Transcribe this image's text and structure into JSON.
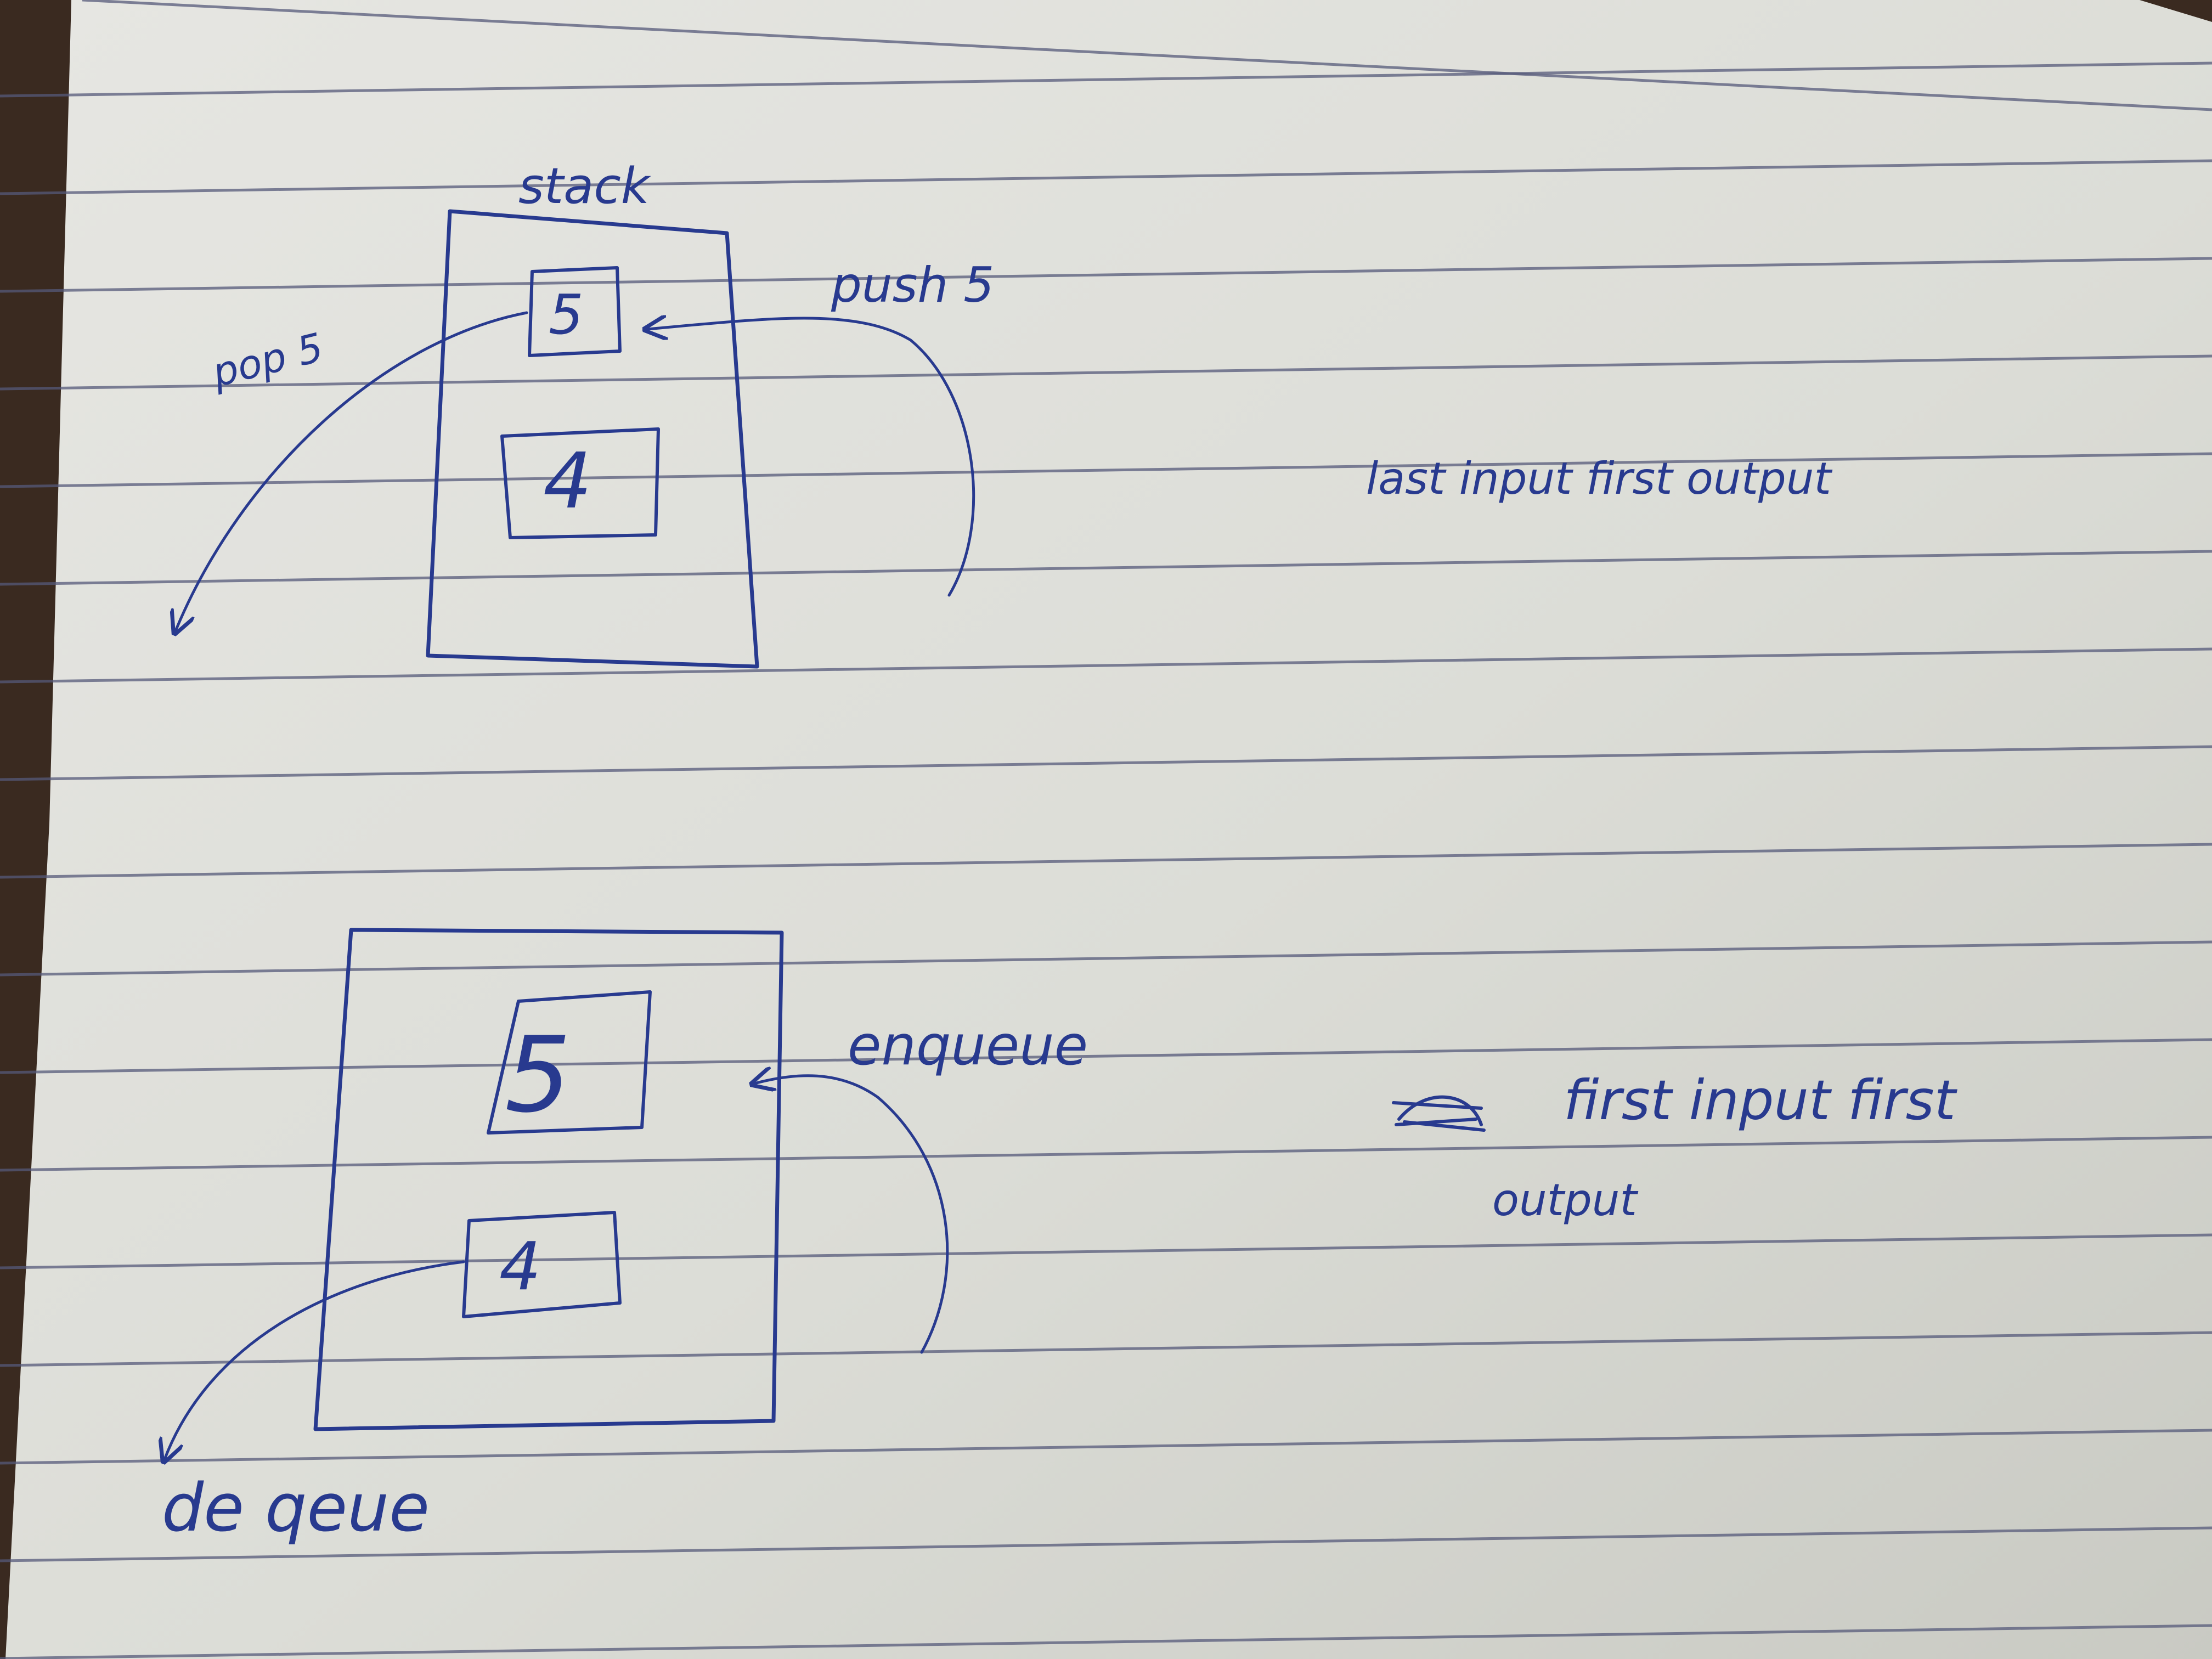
{
  "stack_diagram": {
    "title": "stack",
    "top_item": "5",
    "bottom_item": "4",
    "push_label": "push 5",
    "pop_label": "pop 5",
    "description": "last input first output"
  },
  "queue_diagram": {
    "top_item": "5",
    "bottom_item": "4",
    "enqueue_label": "enqueue",
    "dequeue_label": "de qeue",
    "description_line1": "first input first",
    "description_line2": "output",
    "scribble": "Bcs"
  },
  "colors": {
    "ink": "#283a8f",
    "paper": "#dedfd9",
    "rule_line": "#565a7a",
    "background": "#3a2a20"
  }
}
